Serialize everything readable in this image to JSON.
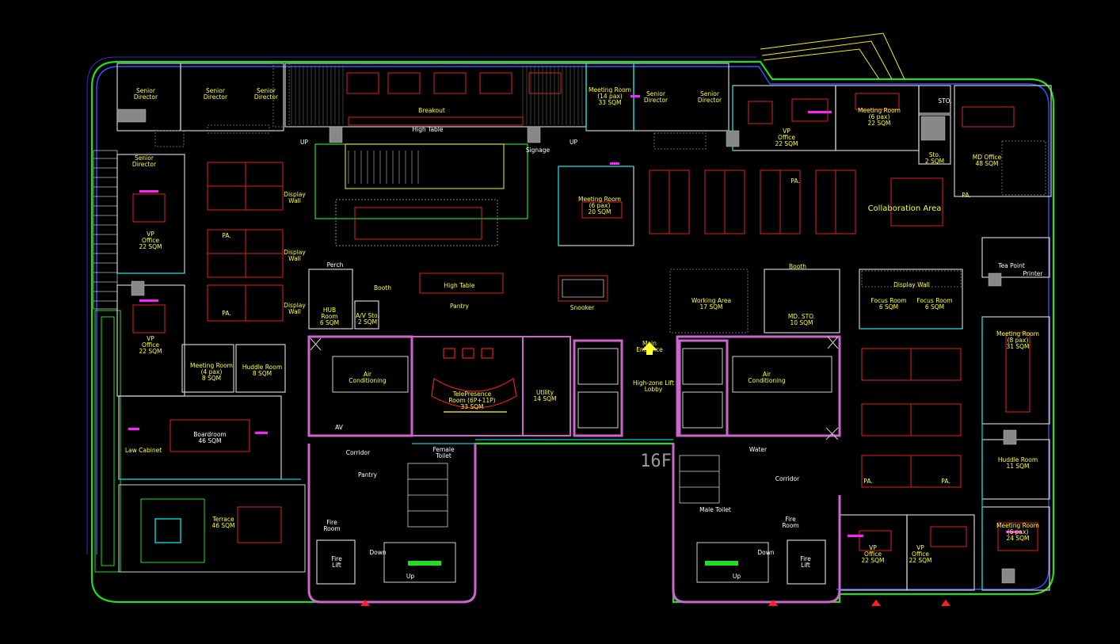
{
  "colors": {
    "background": "#000000",
    "outer_wall_green": "#22dd22",
    "outer_wall_blue": "#3355ff",
    "wall_white": "#d8d8d8",
    "furniture_red": "#e02020",
    "glazing_cyan": "#00cccc",
    "core_magenta": "#cc66cc",
    "label_yellow": "#ffff33",
    "annotation_white": "#ffffff",
    "door_magenta": "#ff22ff",
    "hatch_grey": "#666666"
  },
  "floor": {
    "label": "16F"
  },
  "rooms": {
    "senior_director_1": "Senior\nDirector",
    "senior_director_2": "Senior\nDirector",
    "senior_director_3": "Senior\nDirector",
    "senior_director_4": "Senior\nDirector",
    "senior_director_5": "Senior\nDirector",
    "senior_director_6": "Senior\nDirector",
    "breakout": "Breakout",
    "high_table_top": "High Table",
    "meeting_room_14": "Meeting Room\n(14 pax)\n33 SQM",
    "vp_office_top": "VP\nOffice\n22 SQM",
    "meeting_room_6_top": "Meeting Room\n(6 pax)\n22 SQM",
    "sto_top": "STO.",
    "sto_2": "Sto.\n2 SQM",
    "md_office": "MD Office\n48 SQM",
    "vp_office_left_1": "VP\nOffice\n22 SQM",
    "vp_office_left_2": "VP\nOffice\n22 SQM",
    "display_wall_1": "Display\nWall",
    "display_wall_2": "Display\nWall",
    "display_wall_3": "Display\nWall",
    "pa_1": "PA.",
    "pa_2": "PA.",
    "pa_3": "PA.",
    "pa_4": "PA.",
    "pa_5": "PA.",
    "pa_6": "PA.",
    "meeting_room_6_mid": "Meeting Room\n(6 pax)\n20 SQM",
    "collaboration_area": "Collaboration Area",
    "tea_point": "Tea Point",
    "printer": "Printer",
    "perch": "Perch",
    "booth_1": "Booth",
    "booth_2": "Booth",
    "hub_room": "HUB\nRoom\n6 SQM",
    "av_store": "A/V Sto.\n2 SQM",
    "high_table_pantry": "High Table",
    "pantry": "Pantry",
    "snooker": "Snooker",
    "working_area": "Working Area\n17 SQM",
    "md_sto": "MD. STO.\n10 SQM",
    "display_wall_4": "Display Wall",
    "focus_room_1": "Focus Room\n6 SQM",
    "focus_room_2": "Focus Room\n6 SQM",
    "meeting_room_8": "Meeting Room\n(8 pax)\n31 SQM",
    "meeting_room_4": "Meeting Room\n(4 pax)\n8 SQM",
    "huddle_room_left": "Huddle Room\n8 SQM",
    "air_conditioning_1": "Air\nConditioning",
    "air_conditioning_2": "Air\nConditioning",
    "telepresence": "TelePresence\nRoom (6P+11P)\n33 SQM",
    "utility": "Utility\n14 SQM",
    "main_entrance": "Main\nEntrance",
    "high_zone_lift_lobby": "High-zone Lift\nLobby",
    "boardroom": "Boardroom\n46 SQM",
    "law_cabinet": "Law Cabinet",
    "huddle_room_right": "Huddle Room\n11 SQM",
    "terrace": "Terrace\n46 SQM",
    "corridor_left": "Corridor",
    "corridor_right": "Corridor",
    "pantry_core": "Pantry",
    "female_toilet": "Female Toilet",
    "male_toilet": "Male Toilet",
    "fire_room_1": "Fire\nRoom",
    "fire_room_2": "Fire\nRoom",
    "fire_lift_1": "Fire\nLift",
    "fire_lift_2": "Fire\nLift",
    "meeting_room_6_bottom": "Meeting Room\n(6 pax)\n24 SQM",
    "vp_office_bottom_1": "VP\nOffice\n22 SQM",
    "vp_office_bottom_2": "VP\nOffice\n22 SQM",
    "signage": "Signage",
    "up_1": "UP",
    "up_2": "UP",
    "up_3": "Up",
    "up_4": "Up",
    "down_1": "Down",
    "down_2": "Down",
    "av_core": "AV",
    "water": "Water"
  }
}
